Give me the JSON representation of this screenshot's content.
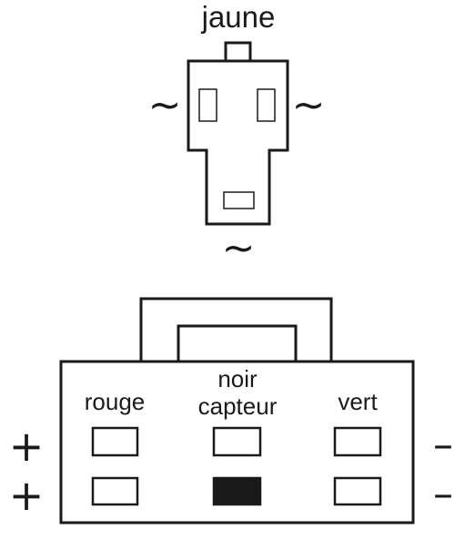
{
  "top_connector": {
    "label": "jaune",
    "symbol_left": "~",
    "symbol_right": "~",
    "symbol_bottom": "~"
  },
  "bottom_connector": {
    "labels": {
      "left": "rouge",
      "center_line1": "noir",
      "center_line2": "capteur",
      "right": "vert"
    },
    "symbols": {
      "left_row1": "+",
      "left_row2": "+",
      "right_row1": "–",
      "right_row2": "–"
    },
    "pins": {
      "row1": [
        "empty",
        "empty",
        "empty"
      ],
      "row2": [
        "empty",
        "filled",
        "empty"
      ]
    }
  },
  "colors": {
    "line": "#1a1a1a",
    "filled_pin": "#1a1a1a",
    "background": "#ffffff"
  }
}
